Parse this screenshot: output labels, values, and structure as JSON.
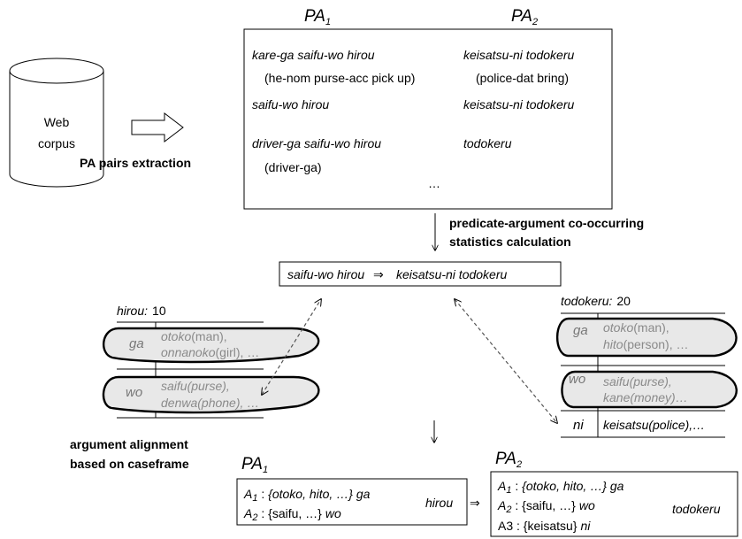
{
  "corpus": {
    "label_line1": "Web",
    "label_line2": "corpus"
  },
  "pa_headers": {
    "pa1_main": "PA",
    "pa1_sub": "1",
    "pa2_main": "PA",
    "pa2_sub": "2"
  },
  "pa_pairs": {
    "row1_left": "kare-ga saifu-wo hirou",
    "row1_left_gloss": "(he-nom purse-acc pick up)",
    "row1_right": "keisatsu-ni todokeru",
    "row1_right_gloss": "(police-dat bring)",
    "row2_left": "saifu-wo hirou",
    "row2_right": "keisatsu-ni todokeru",
    "row3_left": "driver-ga saifu-wo hirou",
    "row3_left_gloss": "(driver-ga)",
    "row3_right": "todokeru",
    "ellipsis": "…"
  },
  "labels": {
    "pa_extraction": "PA pairs extraction",
    "stats_line1": "predicate-argument co-occurring",
    "stats_line2": "statistics calculation",
    "align_line1": "argument alignment",
    "align_line2": "based on caseframe"
  },
  "pair_result": {
    "left": "saifu-wo hirou",
    "arrow": "⇒",
    "right": "keisatsu-ni todokeru"
  },
  "caseframe_left": {
    "predicate": "hirou:",
    "count": "10",
    "rows": [
      {
        "case": "ga",
        "line1_word": "otoko",
        "line1_gloss": "(man),",
        "line2_word": "onnanoko",
        "line2_gloss": "(girl), …"
      },
      {
        "case": "wo",
        "line1": "saifu(purse),",
        "line2": "denwa(phone), …"
      }
    ]
  },
  "caseframe_right": {
    "predicate": "todokeru:",
    "count": "20",
    "rows": [
      {
        "case": "ga",
        "line1_word": "otoko",
        "line1_gloss": "(man),",
        "line2_word": "hito",
        "line2_gloss": "(person), …"
      },
      {
        "case": "wo",
        "line1": "saifu(purse),",
        "line2": "kane(money)…"
      },
      {
        "case": "ni",
        "line1": "keisatsu(police),…"
      }
    ]
  },
  "alignment": {
    "pa1_main": "PA",
    "pa1_sub": "1",
    "pa2_main": "PA",
    "pa2_sub": "2",
    "left_rows": [
      {
        "a": "A",
        "sub": "1",
        "colon": " : ",
        "set": "{otoko, hito, …}",
        "case": "ga"
      },
      {
        "a": "A",
        "sub": "2",
        "colon": " : ",
        "set": "{saifu, …}",
        "case": "wo"
      }
    ],
    "left_pred": "hirou",
    "arrow": "⇒",
    "right_rows": [
      {
        "a": "A",
        "sub": "1",
        "colon": " : ",
        "set": "{otoko, hito, …}",
        "case": "ga"
      },
      {
        "a": "A",
        "sub": "2",
        "colon": " : ",
        "set": "{saifu, …}",
        "case": "wo"
      },
      {
        "a": "A3",
        "sub": "",
        "colon": " : ",
        "set": "{keisatsu}",
        "case": "ni"
      }
    ],
    "right_pred": "todokeru"
  }
}
